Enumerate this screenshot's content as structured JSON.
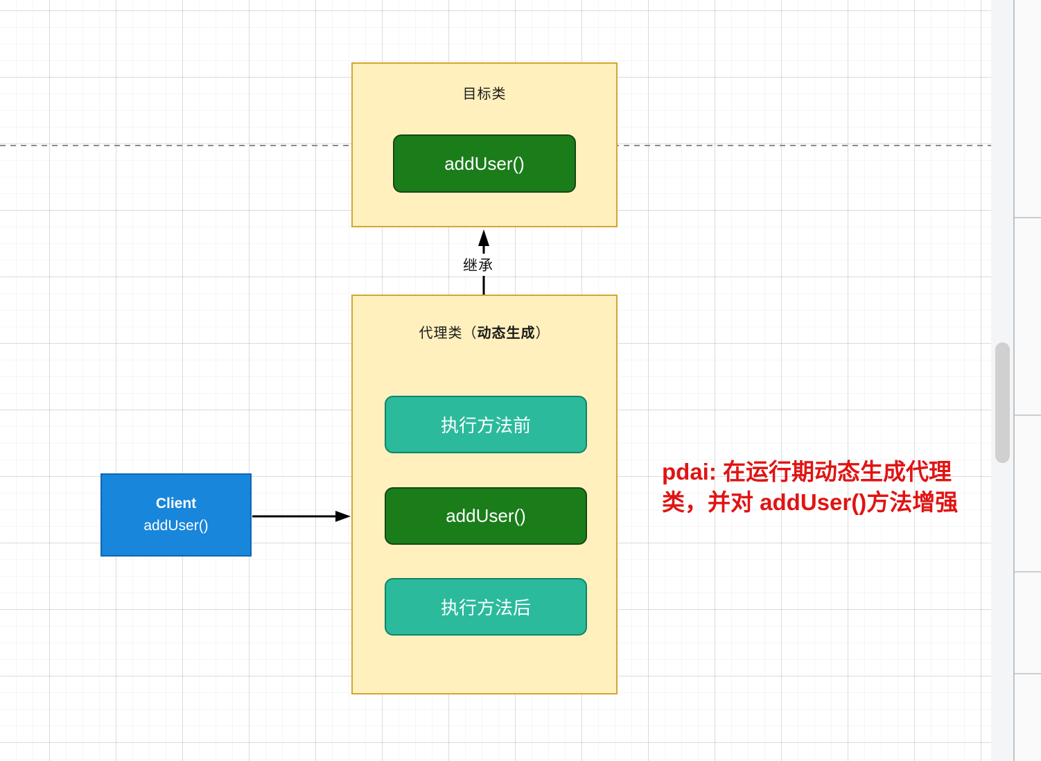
{
  "diagram": {
    "target_class": {
      "title": "目标类",
      "method_label": "addUser()"
    },
    "inheritance_label": "继承",
    "proxy_class": {
      "title_prefix": "代理类（",
      "title_bold": "动态生成",
      "title_suffix": "）",
      "before_label": "执行方法前",
      "method_label": "addUser()",
      "after_label": "执行方法后"
    },
    "client": {
      "title": "Client",
      "method_label": "addUser()"
    },
    "annotation": {
      "line1": "pdai: 在运行期动态生成代理",
      "line2": "类，并对 addUser()方法增强",
      "color": "#E01414"
    },
    "colors": {
      "node_yellow_fill": "#FFF0BE",
      "node_yellow_border": "#D2A72E",
      "method_green_fill": "#1A7D1A",
      "method_green_border": "#134813",
      "hook_teal_fill": "#2BBA9C",
      "hook_teal_border": "#0F8467",
      "client_blue_fill": "#1786DB",
      "client_blue_border": "#0F65B5",
      "dashed_line_gray": "#8C8C8C",
      "arrow_black": "#000000"
    }
  }
}
